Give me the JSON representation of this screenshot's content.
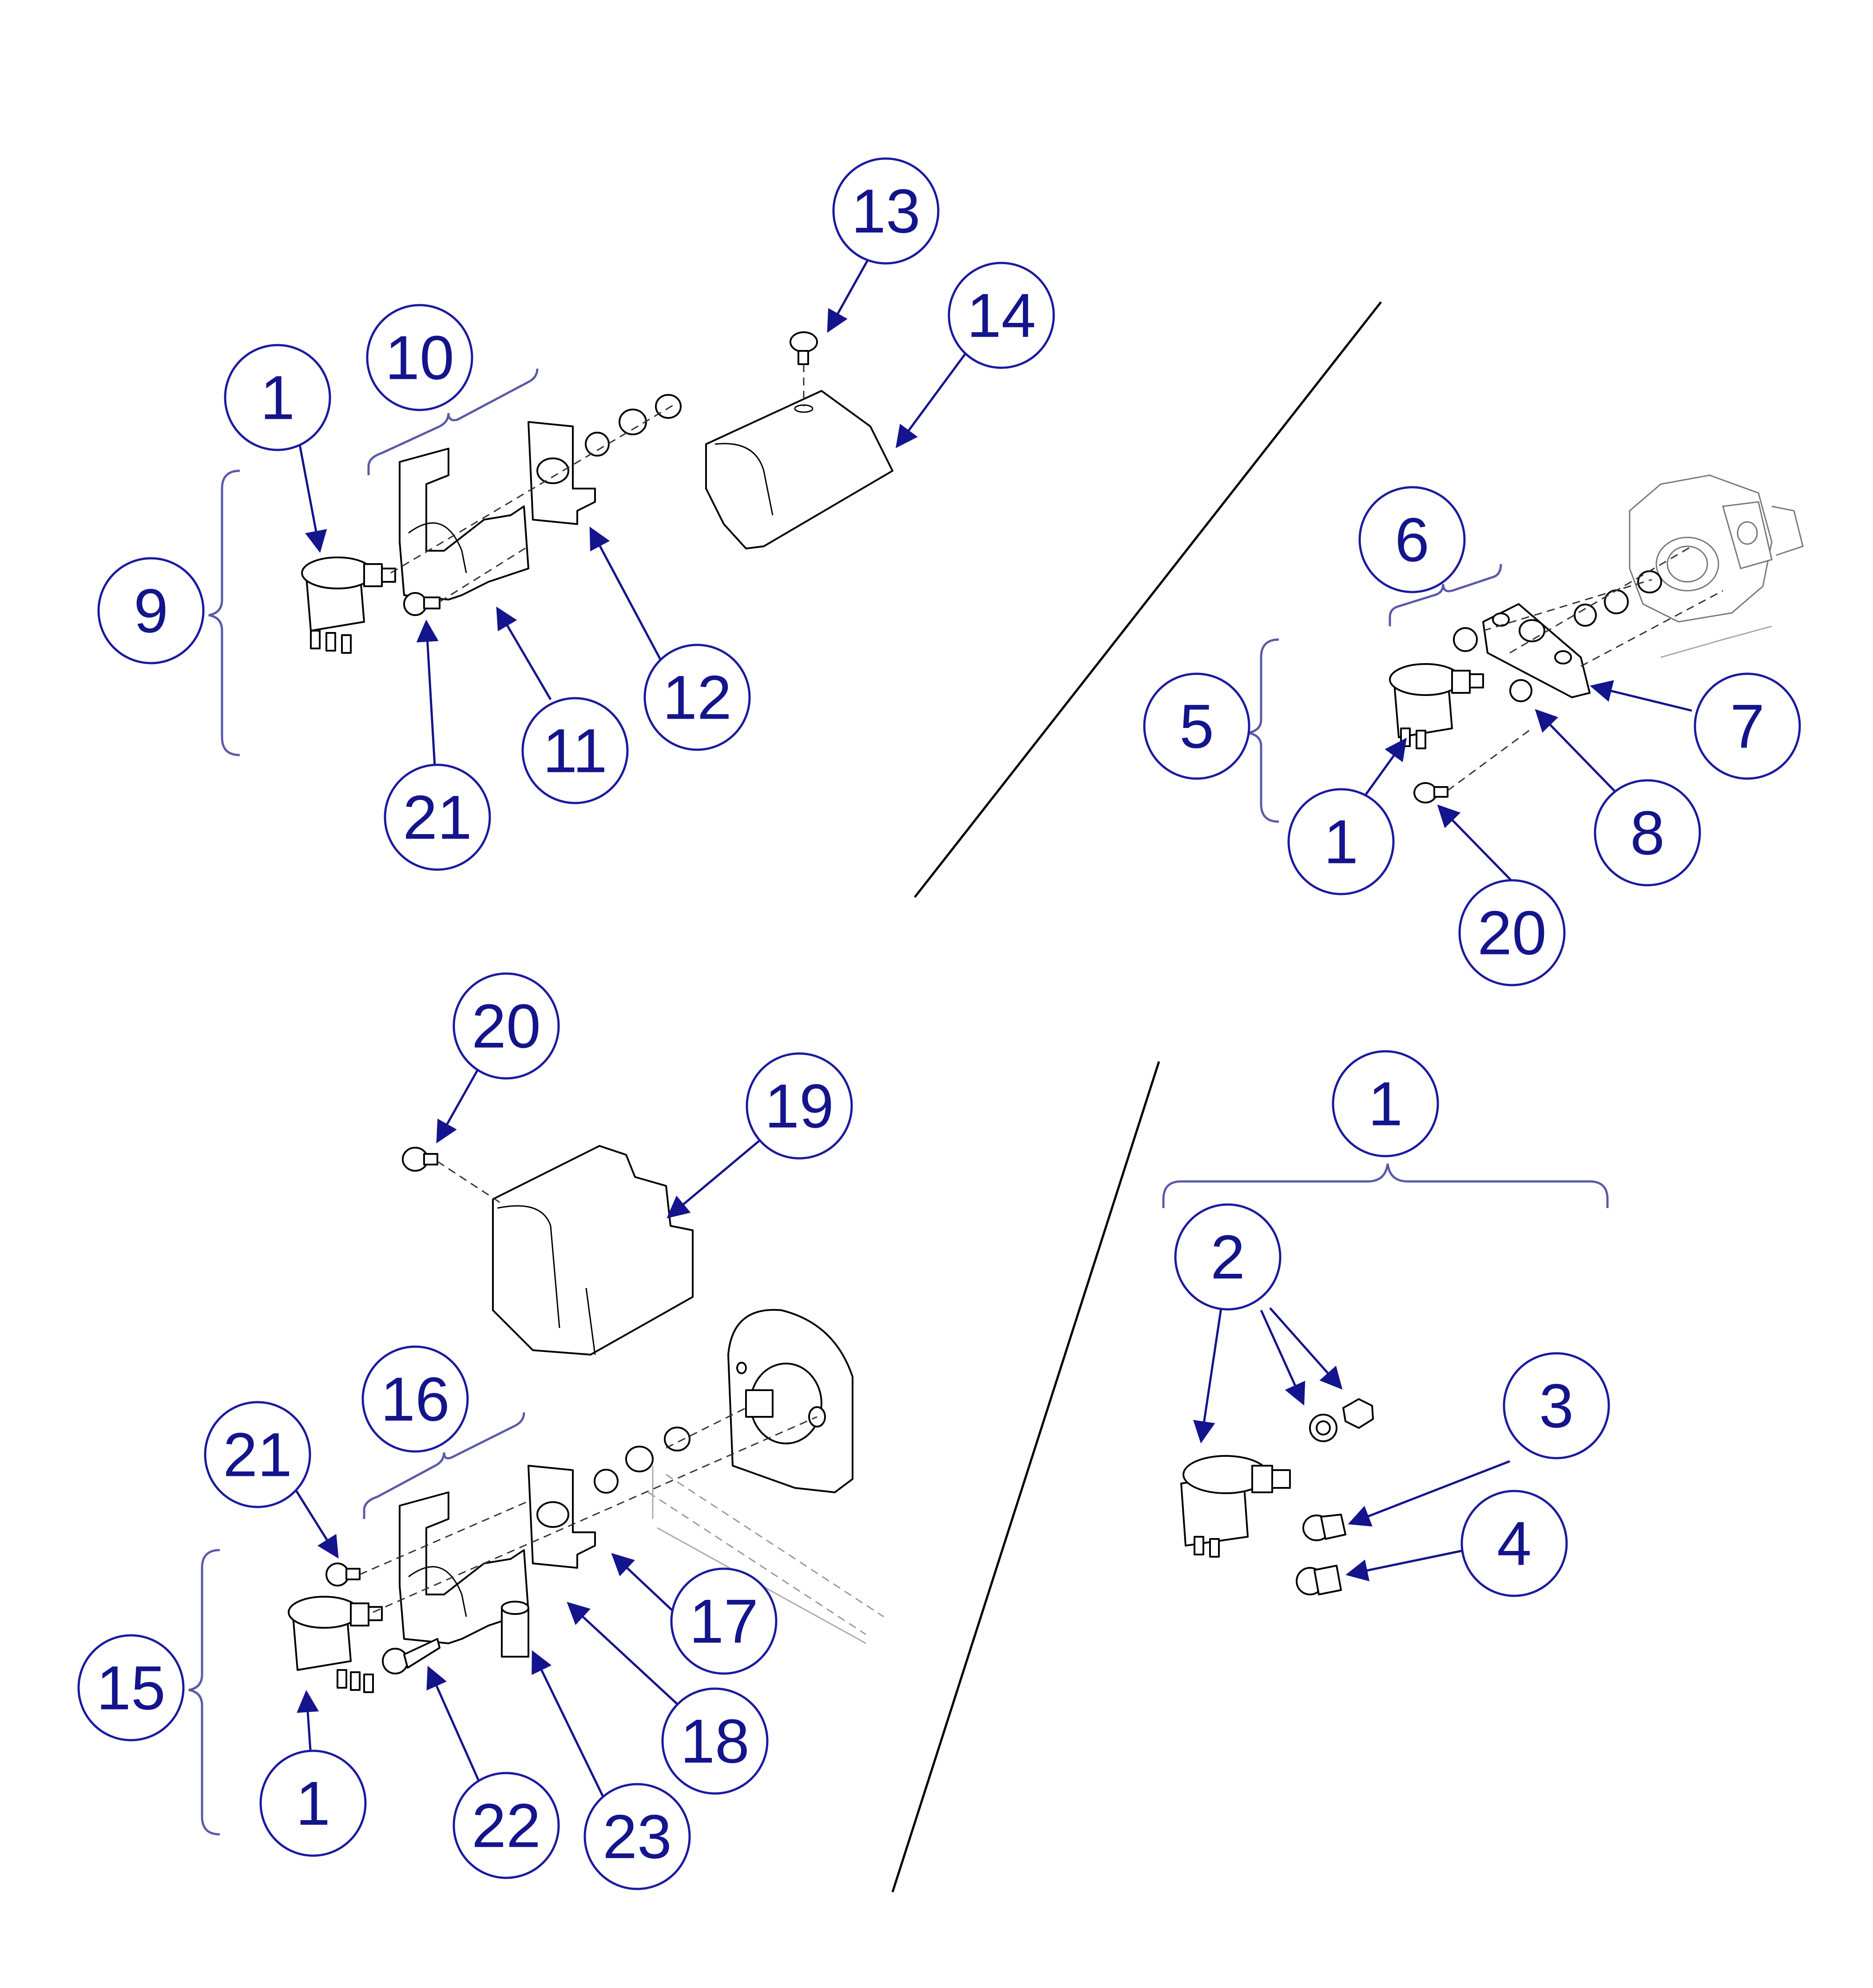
{
  "figure": {
    "accent_color": "#14148c",
    "line_color": "#000000",
    "background": "#ffffff",
    "callouts": {
      "top_left": [
        "1",
        "9",
        "10",
        "11",
        "12",
        "13",
        "14",
        "21"
      ],
      "top_right": [
        "5",
        "6",
        "7",
        "1",
        "8",
        "20"
      ],
      "bottom_left": [
        "20",
        "19",
        "16",
        "21",
        "15",
        "1",
        "22",
        "23",
        "18",
        "17"
      ],
      "bottom_right": [
        "1",
        "2",
        "3",
        "4"
      ]
    }
  }
}
